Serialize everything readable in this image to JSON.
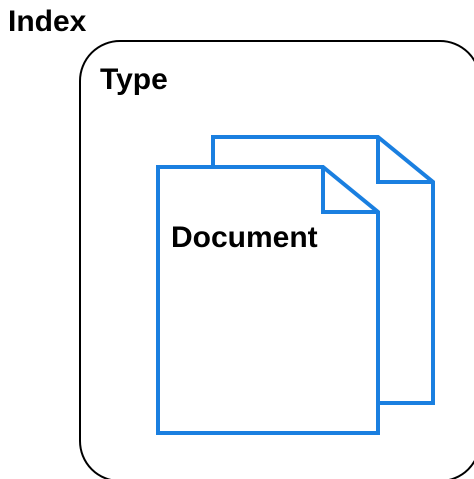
{
  "diagram": {
    "outer_label": "Index",
    "container_label": "Type",
    "document_label": "Document"
  },
  "colors": {
    "container_stroke": "#000000",
    "document_stroke": "#1a7fe0",
    "text": "#000000",
    "background": "#ffffff"
  }
}
